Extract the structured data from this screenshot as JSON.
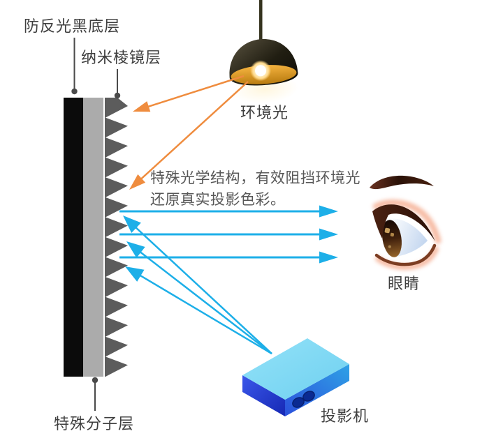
{
  "labels": {
    "anti_reflective_black_layer": "防反光黑底层",
    "nano_prism_layer": "纳米棱镜层",
    "special_molecular_layer": "特殊分子层",
    "ambient_light": "环境光",
    "eye": "眼睛",
    "projector": "投影机"
  },
  "description": {
    "line1": "特殊光学结构，有效阻挡环境光",
    "line2": "还原真实投影色彩。"
  },
  "colors": {
    "background": "#FFFFFF",
    "arrow_orange": "#EF8C3E",
    "arrow_blue": "#1DAFE8",
    "layer_black": "#0B0B0B",
    "layer_gray": "#ABABAB",
    "layer_prism": "#5C5C5C",
    "leader_gray": "#4A4A4A",
    "label_text": "#3E3E3E",
    "description_text": "#575757",
    "lamp_shade": "#211E12",
    "lamp_gold": "#D99822",
    "projector_top": "#82DAF4",
    "projector_front": "#1E3CCE",
    "projector_side": "#2D8FE0",
    "lens_navy": "#0A2A92"
  },
  "icons": {
    "lamp": "pendant-lamp-illustration",
    "eye": "eye-illustration",
    "projector": "projector-box-illustration",
    "screen": "layered-screen-with-prism-teeth"
  }
}
